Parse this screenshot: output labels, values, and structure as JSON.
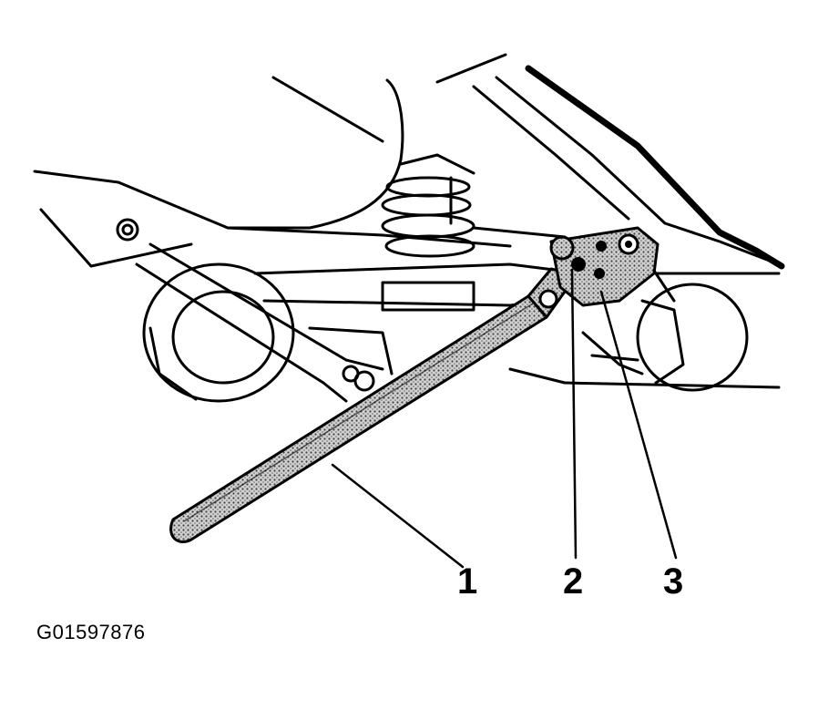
{
  "callouts": {
    "one": "1",
    "two": "2",
    "three": "3"
  },
  "figure_id": "G01597876",
  "colors": {
    "line": "#000000",
    "background": "#ffffff",
    "tool_fill": "#9a9a9a"
  }
}
